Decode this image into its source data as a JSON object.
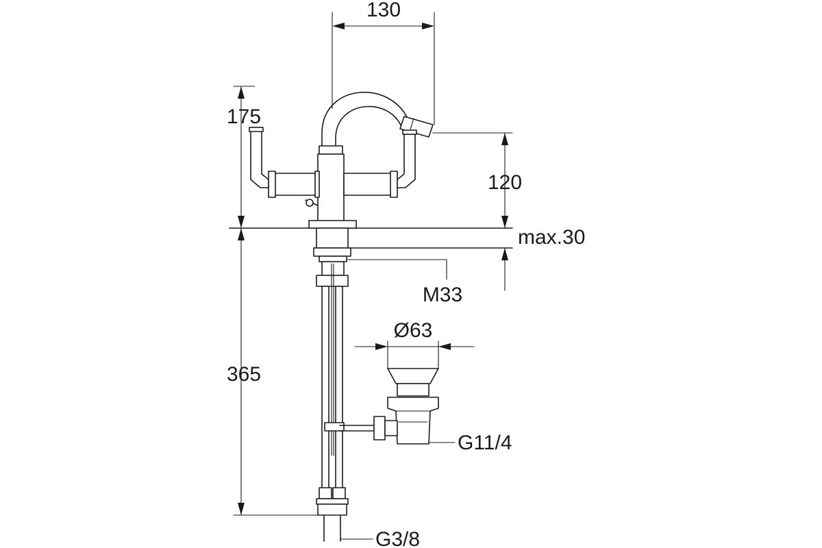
{
  "dimensions": {
    "spout_reach": "130",
    "handle_height": "175",
    "spout_height": "120",
    "max_thickness": "max.30",
    "thread_mount": "M33",
    "drain_diameter": "Ø63",
    "drain_thread": "G11/4",
    "total_height": "365",
    "supply_thread": "G3/8"
  },
  "colors": {
    "line": "#1a1a1a",
    "background": "#ffffff"
  }
}
